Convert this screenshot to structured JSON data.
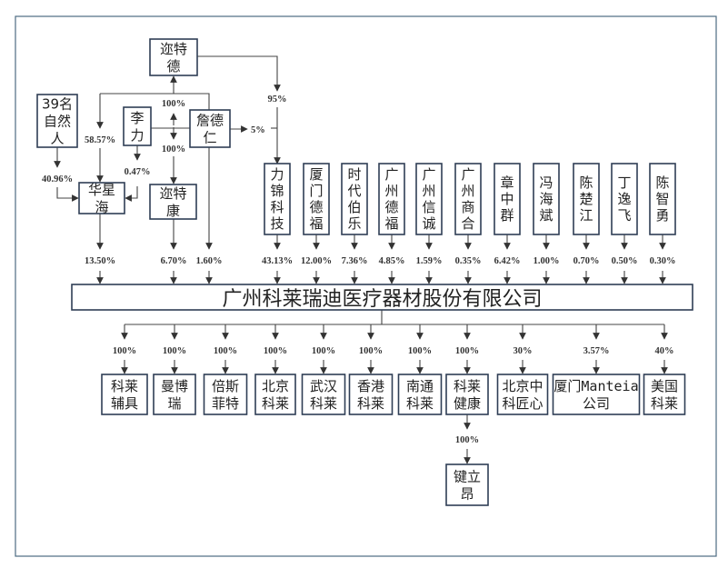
{
  "title": "广州科莱瑞迪医疗器材股份有限公司",
  "upper_holders": {
    "tu_te_de": {
      "label": [
        "迩特",
        "德"
      ]
    },
    "natural_persons": {
      "label": [
        "39名",
        "自然",
        "人"
      ]
    },
    "li_li": {
      "label": [
        "李",
        "力"
      ]
    },
    "zhan_de_ren": {
      "label": [
        "詹德",
        "仁"
      ]
    },
    "hua_xing_hai": {
      "label": [
        "华星",
        "海"
      ]
    },
    "tu_te_kang": {
      "label": [
        "迩特",
        "康"
      ]
    }
  },
  "upper_edges": {
    "tutede_to_lijin": "95%",
    "zhanderen_to_lijin": "5%",
    "zhanderen_to_tutede": "100%",
    "zhanderen_to_tutekang": "100%",
    "zhanderen_to_huaxinghai": "58.57%",
    "natural_to_huaxinghai": "40.96%",
    "lili_to_huaxinghai": "0.47%"
  },
  "shareholders": [
    {
      "name": [
        "华星",
        "海"
      ],
      "pct": "13.50%"
    },
    {
      "name": [
        "迩特",
        "康"
      ],
      "pct": "6.70%"
    },
    {
      "name": [
        "詹德",
        "仁"
      ],
      "pct": "1.60%"
    },
    {
      "name": [
        "力",
        "锦",
        "科",
        "技"
      ],
      "pct": "43.13%"
    },
    {
      "name": [
        "厦",
        "门",
        "德",
        "福"
      ],
      "pct": "12.00%"
    },
    {
      "name": [
        "时",
        "代",
        "伯",
        "乐"
      ],
      "pct": "7.36%"
    },
    {
      "name": [
        "广",
        "州",
        "德",
        "福"
      ],
      "pct": "4.85%"
    },
    {
      "name": [
        "广",
        "州",
        "信",
        "诚"
      ],
      "pct": "1.59%"
    },
    {
      "name": [
        "广",
        "州",
        "商",
        "合"
      ],
      "pct": "0.35%"
    },
    {
      "name": [
        "章",
        "中",
        "群"
      ],
      "pct": "6.42%"
    },
    {
      "name": [
        "冯",
        "海",
        "斌"
      ],
      "pct": "1.00%"
    },
    {
      "name": [
        "陈",
        "楚",
        "江"
      ],
      "pct": "0.70%"
    },
    {
      "name": [
        "丁",
        "逸",
        "飞"
      ],
      "pct": "0.50%"
    },
    {
      "name": [
        "陈",
        "智",
        "勇"
      ],
      "pct": "0.30%"
    }
  ],
  "subsidiaries": [
    {
      "name": [
        "科莱",
        "辅具"
      ],
      "pct": "100%"
    },
    {
      "name": [
        "曼博",
        "瑞"
      ],
      "pct": "100%"
    },
    {
      "name": [
        "倍斯",
        "菲特"
      ],
      "pct": "100%"
    },
    {
      "name": [
        "北京",
        "科莱"
      ],
      "pct": "100%"
    },
    {
      "name": [
        "武汉",
        "科莱"
      ],
      "pct": "100%"
    },
    {
      "name": [
        "香港",
        "科莱"
      ],
      "pct": "100%"
    },
    {
      "name": [
        "南通",
        "科莱"
      ],
      "pct": "100%"
    },
    {
      "name": [
        "科莱",
        "健康"
      ],
      "pct": "100%"
    },
    {
      "name": [
        "北京中",
        "科匠心"
      ],
      "pct": "30%"
    },
    {
      "name": [
        "厦门Manteia",
        "公司"
      ],
      "pct": "3.57%"
    },
    {
      "name": [
        "美国",
        "科莱"
      ],
      "pct": "40%"
    }
  ],
  "grand_subsidiary": {
    "name": [
      "键立",
      "昂"
    ],
    "pct": "100%",
    "parent": "科莱健康"
  }
}
